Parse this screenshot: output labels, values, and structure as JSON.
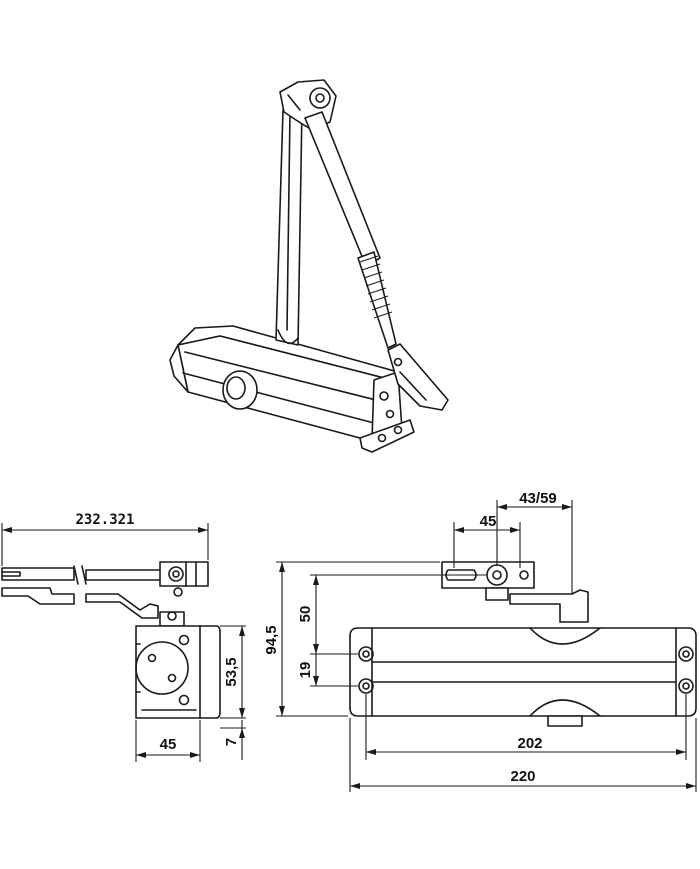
{
  "dimensions": {
    "arm_length": "232.321",
    "side_body_height": "53,5",
    "side_offset": "7",
    "side_width": "45",
    "total_height": "94,5",
    "arm_height": "50",
    "body_line": "19",
    "arm_offset_45": "45",
    "arm_offset_43_59": "43/59",
    "hole_spacing": "202",
    "body_length": "220"
  },
  "colors": {
    "line": "#1a1a1a",
    "background": "#ffffff"
  }
}
